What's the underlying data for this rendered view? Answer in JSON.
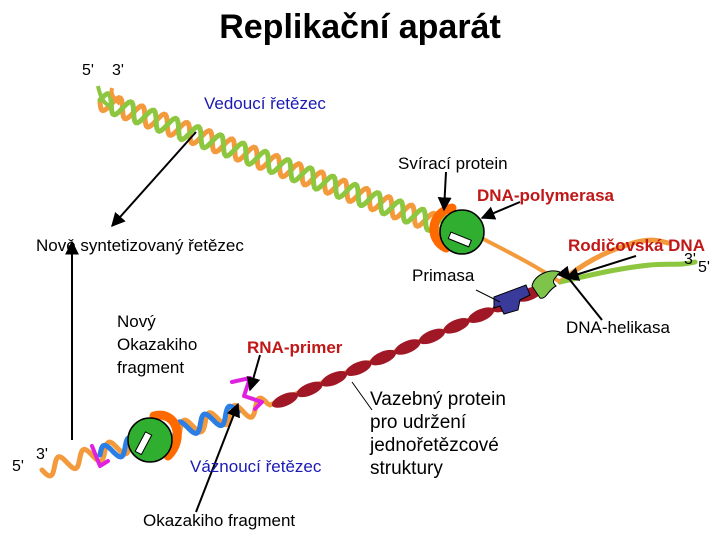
{
  "title": "Replikační aparát",
  "ends": {
    "top_5": "5'",
    "top_3": "3'",
    "right_3": "3'",
    "right_5": "5'",
    "bottom_5": "5'",
    "bottom_3": "3'"
  },
  "labels": {
    "leading_strand": "Vedoucí řetězec",
    "clamp_protein": "Svírací protein",
    "dna_polymerase": "DNA-polymerasa",
    "new_strand": "Nově syntetizovaný řetězec",
    "parental_dna": "Rodičovská DNA",
    "primase": "Primasa",
    "helicase": "DNA-helikasa",
    "new_okazaki_line1": "Nový",
    "new_okazaki_line2": "Okazakiho",
    "new_okazaki_line3": "fragment",
    "rna_primer": "RNA-primer",
    "ssb_line1": "Vazebný protein",
    "ssb_line2": "pro udržení",
    "ssb_line3": "jednořetězcové",
    "ssb_line4": "struktury",
    "lagging_strand": "Váznoucí řetězec",
    "okazaki_fragment": "Okazakiho fragment"
  },
  "colors": {
    "parental_strand": "#f39a3c",
    "leading_new_strand": "#8dc63f",
    "okazaki_strand": "#2a7ee6",
    "rna_primer": "#e020e0",
    "ssb_protein": "#a01826",
    "polymerase": "#2fae2f",
    "clamp": "#ff6a00",
    "primase": "#3a3a9a",
    "helicase": "#7ec44a",
    "label_blue": "#1a1ab4",
    "label_red": "#c01818"
  }
}
